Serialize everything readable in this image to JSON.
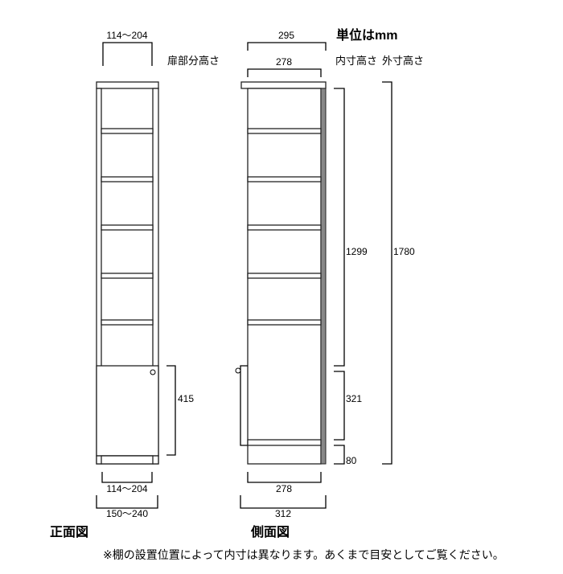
{
  "unit_label": "単位はmm",
  "front_view": {
    "title": "正面図",
    "top_width": "114～204",
    "door_height_label": "扉部分高さ",
    "door_height": "415",
    "inner_width": "114～204",
    "outer_width": "150～240",
    "shelf_count": 5
  },
  "side_view": {
    "title": "側面図",
    "top_depth": "295",
    "inner_depth_top": "278",
    "inner_height_label": "内寸高さ",
    "outer_height_label": "外寸高さ",
    "inner_height": "1299",
    "outer_height": "1780",
    "lower_inner_height": "321",
    "plinth_height": "80",
    "inner_depth_bottom": "278",
    "outer_depth": "312",
    "back_panel_color": "#888888"
  },
  "note": "※棚の設置位置によって内寸は異なります。あくまで目安としてご覧ください。"
}
